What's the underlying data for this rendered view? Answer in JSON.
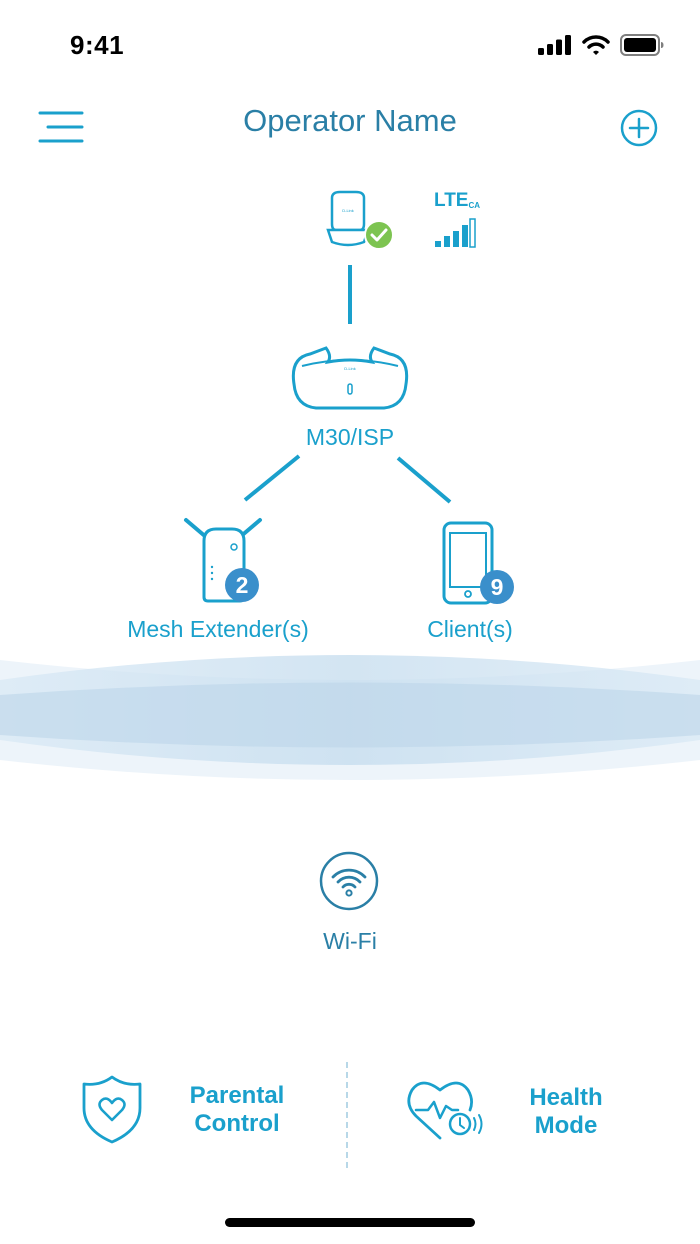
{
  "status_bar": {
    "time": "9:41",
    "signal_icon": "cellular-signal-icon",
    "wifi_icon": "wifi-status-icon",
    "battery_icon": "battery-icon"
  },
  "header": {
    "title": "Operator Name",
    "menu_icon": "hamburger-menu-icon",
    "add_icon": "plus-circle-icon"
  },
  "topology": {
    "lte_label": "LTE",
    "lte_sub": "CA",
    "router_label": "M30/ISP",
    "extender_label": "Mesh Extender(s)",
    "extender_count": "2",
    "client_label": "Client(s)",
    "client_count": "9"
  },
  "wifi": {
    "label": "Wi-Fi"
  },
  "bottom_actions": {
    "parental_line1": "Parental",
    "parental_line2": "Control",
    "health_line1": "Health",
    "health_line2": "Mode"
  },
  "colors": {
    "accent": "#1aa0cc",
    "title": "#2a7fa6",
    "badge": "#3a8fcb",
    "check": "#7dc451"
  }
}
